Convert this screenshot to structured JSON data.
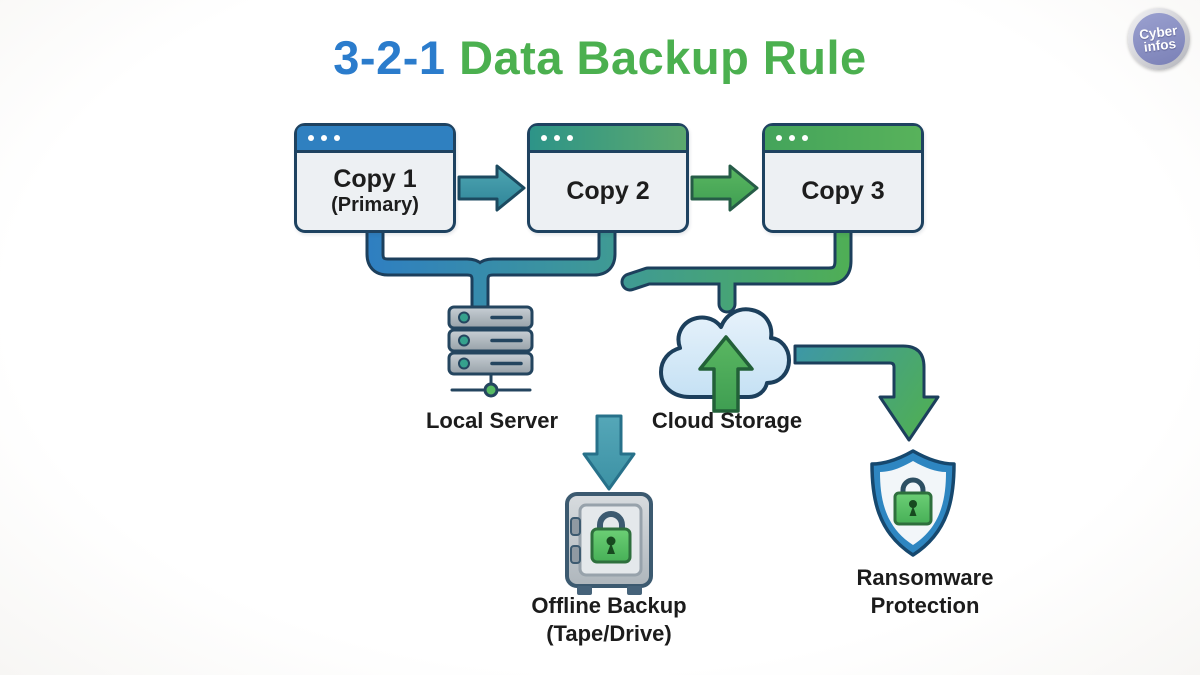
{
  "title": {
    "highlight": "3-2-1",
    "rest": "Data Backup Rule"
  },
  "windows": [
    {
      "label": "Copy 1",
      "sublabel": "(Primary)"
    },
    {
      "label": "Copy 2"
    },
    {
      "label": "Copy 3"
    }
  ],
  "nodes": {
    "local_server": {
      "label": "Local Server"
    },
    "cloud_storage": {
      "label": "Cloud Storage"
    },
    "offline_backup": {
      "label": "Offline Backup",
      "sublabel": "(Tape/Drive)"
    },
    "ransomware_protection": {
      "label_line1": "Ransomware",
      "label_line2": "Protection"
    }
  },
  "logo": {
    "line1": "Cyber",
    "line2": "infos"
  },
  "icons": {
    "server": "server-rack-icon",
    "cloud": "cloud-upload-icon",
    "safe": "safe-vault-lock-icon",
    "shield": "shield-lock-icon",
    "windows": "browser-window-icon"
  },
  "colors": {
    "title_blue": "#2b7ccc",
    "title_green": "#4bb04f",
    "outline_navy": "#1c3f5c",
    "window_bar_blue": "#2f80c0",
    "teal": "#3f9a94",
    "green": "#4fae56",
    "window_body": "#edf0f3",
    "cloud_fill": "#d7eaf8",
    "lock_green": "#55c163",
    "shield_blue": "#2e86c1",
    "logo_purple": "#8187bd"
  }
}
